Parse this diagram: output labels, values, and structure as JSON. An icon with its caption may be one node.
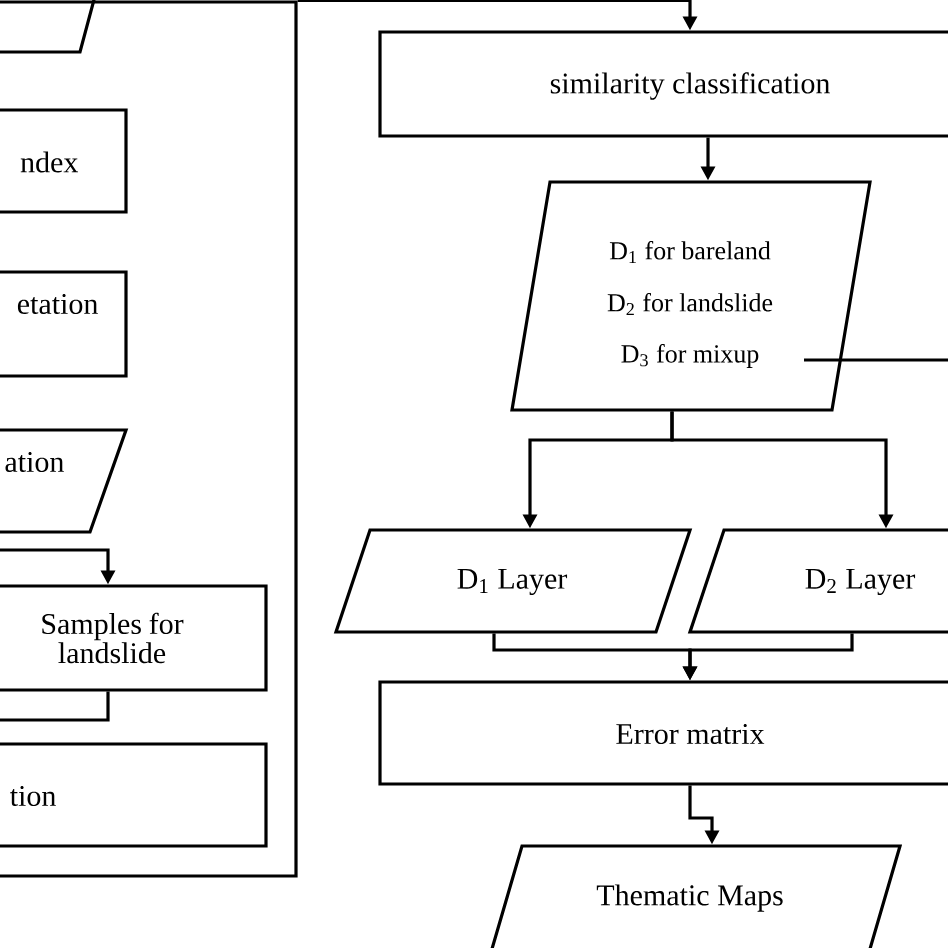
{
  "diagram": {
    "nodes": [
      {
        "text": [],
        "shape": "box"
      },
      {
        "text": [],
        "shape": "parallelogram"
      },
      {
        "text": [
          "ndex"
        ],
        "in": 0
      },
      {
        "text": [
          "etation"
        ],
        "in": 0
      },
      {
        "text": [
          "ation"
        ],
        "in": 0
      },
      {
        "text": [
          "Samples for landslide"
        ],
        "in": 0
      },
      {
        "text": [
          "tion"
        ],
        "in": 0
      },
      {
        "text": [
          "similarity classification"
        ]
      },
      {
        "text": [
          "D$_{1}$ for bareland",
          "D$_{2}$ for landslide",
          "D$_{3}$ for mixup"
        ]
      },
      {
        "text": [
          "D$_{1}$ Layer"
        ]
      },
      {
        "text": [
          "D$_{2}$ Layer"
        ]
      },
      {
        "text": [
          "Error matrix"
        ]
      },
      {
        "text": [
          "Thematic Maps"
        ]
      }
    ],
    "edges": [
      {
        "from": 0,
        "to": 7,
        "arrow": "to"
      },
      {
        "from": 7,
        "to": 8,
        "arrow": "to"
      },
      {
        "from": 8,
        "to": 9,
        "arrow": "to"
      },
      {
        "from": 8,
        "to": 10,
        "arrow": "to"
      },
      {
        "from": 9,
        "to": 11,
        "arrow": "to"
      },
      {
        "from": 10,
        "to": 11,
        "arrow": "to"
      },
      {
        "from": 11,
        "to": 12,
        "arrow": "to"
      },
      {
        "from": 8,
        "to": null,
        "arrow": "none"
      },
      {
        "from": 4,
        "to": 5,
        "arrow": "to"
      },
      {
        "from": 5,
        "to": 6,
        "arrow": "none"
      }
    ]
  }
}
